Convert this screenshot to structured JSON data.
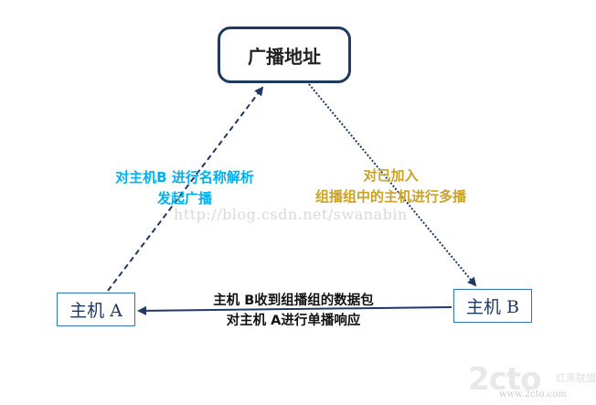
{
  "nodes": {
    "broadcast_address": "广播地址",
    "host_a": "主机 A",
    "host_b": "主机 B"
  },
  "edges": {
    "b_to_broadcast": {
      "line1": "对主机B 进行名称解析",
      "line2": "发起广播"
    },
    "broadcast_to_b": {
      "line1": "对已加入",
      "line2": "组播组中的主机进行多播"
    },
    "b_to_a": {
      "line1": "主机 B收到组播组的数据包",
      "line2": "对主机 A进行单播响应"
    }
  },
  "watermark": "http://blog.csdn.net/swanabin",
  "logo": {
    "main": "2cto",
    "cn": "红黑联盟",
    "url": "www.2cto.com"
  },
  "colors": {
    "node_border": "#1f3864",
    "host_border": "#2e75b6",
    "left_label": "#00b0f0",
    "right_label": "#c9a227",
    "arrow": "#1f3864"
  }
}
